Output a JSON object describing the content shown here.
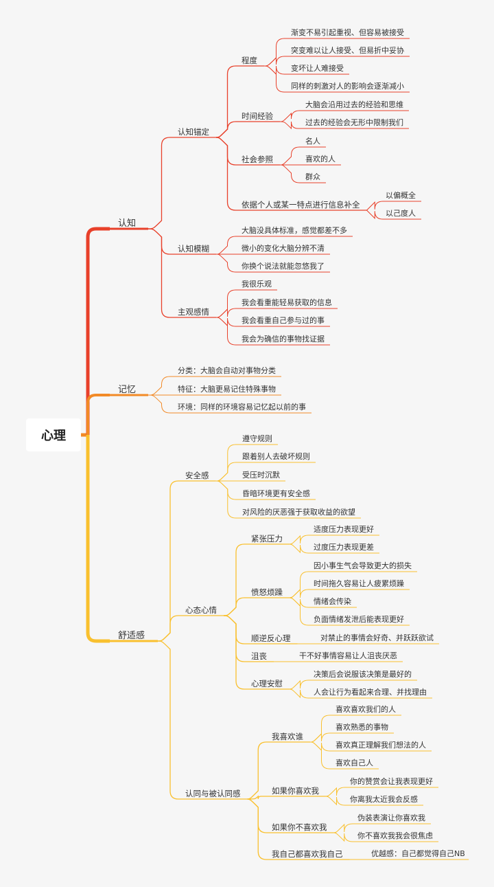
{
  "root": "心理",
  "branch_colors": {
    "cognition": "#e8402a",
    "memory": "#f28a26",
    "comfort": "#f9c02e"
  },
  "cognition": {
    "label": "认知",
    "anchoring": {
      "label": "认知锚定",
      "degree": {
        "label": "程度",
        "items": [
          "渐变不易引起重视、但容易被接受",
          "突变难以让人接受、但易折中妥协",
          "变坏让人难接受",
          "同样的刺激对人的影响会逐渐减小"
        ]
      },
      "experience": {
        "label": "时间经验",
        "items": [
          "大脑会沿用过去的经验和思维",
          "过去的经验会无形中限制我们"
        ]
      },
      "social": {
        "label": "社会参照",
        "items": [
          "名人",
          "喜欢的人",
          "群众"
        ]
      },
      "fill": {
        "label": "依据个人或某一特点进行信息补全",
        "items": [
          "以偏概全",
          "以己度人"
        ]
      }
    },
    "fuzzy": {
      "label": "认知模糊",
      "items": [
        "大脑没具体标准，感觉都差不多",
        "微小的变化大脑分辨不清",
        "你换个说法就能忽悠我了"
      ]
    },
    "subjective": {
      "label": "主观感情",
      "items": [
        "我很乐观",
        "我会看重能轻易获取的信息",
        "我会看重自己参与过的事",
        "我会为确信的事物找证据"
      ]
    }
  },
  "memory": {
    "label": "记忆",
    "items": [
      "分类：大脑会自动对事物分类",
      "特征：大脑更易记住特殊事物",
      "环境：同样的环境容易记忆起以前的事"
    ]
  },
  "comfort": {
    "label": "舒适感",
    "security": {
      "label": "安全感",
      "items": [
        "遵守规则",
        "跟着别人去破坏规则",
        "受压时沉默",
        "昏暗环境更有安全感",
        "对风险的厌恶强于获取收益的欲望"
      ]
    },
    "mindset": {
      "label": "心态心情",
      "tension": {
        "label": "紧张压力",
        "items": [
          "适度压力表现更好",
          "过度压力表现更差"
        ]
      },
      "anger": {
        "label": "愤怒烦躁",
        "items": [
          "因小事生气会导致更大的损失",
          "时间拖久容易让人疲累烦躁",
          "情绪会传染",
          "负面情绪发泄后能表现更好"
        ]
      },
      "reverse": {
        "label": "顺逆反心理",
        "items": [
          "对禁止的事情会好奇、并跃跃欲试"
        ]
      },
      "frustration": {
        "label": "沮丧",
        "items": [
          "干不好事情容易让人沮丧厌恶"
        ]
      },
      "comfort_mind": {
        "label": "心理安慰",
        "items": [
          "决策后会说服该决策是最好的",
          "人会让行为看起来合理、并找理由"
        ]
      }
    },
    "identity": {
      "label": "认同与被认同感",
      "who": {
        "label": "我喜欢谁",
        "items": [
          "喜欢喜欢我们的人",
          "喜欢熟悉的事物",
          "喜欢真正理解我们想法的人",
          "喜欢自己人"
        ]
      },
      "if_like": {
        "label": "如果你喜欢我",
        "items": [
          "你的赞赏会让我表现更好",
          "你离我太近我会反感"
        ]
      },
      "if_not": {
        "label": "如果你不喜欢我",
        "items": [
          "伪装表演让你喜欢我",
          "你不喜欢我我会很焦虑"
        ]
      },
      "self": {
        "label": "我自己都喜欢我自己",
        "items": [
          "优越感：自己都觉得自己NB"
        ]
      }
    }
  }
}
